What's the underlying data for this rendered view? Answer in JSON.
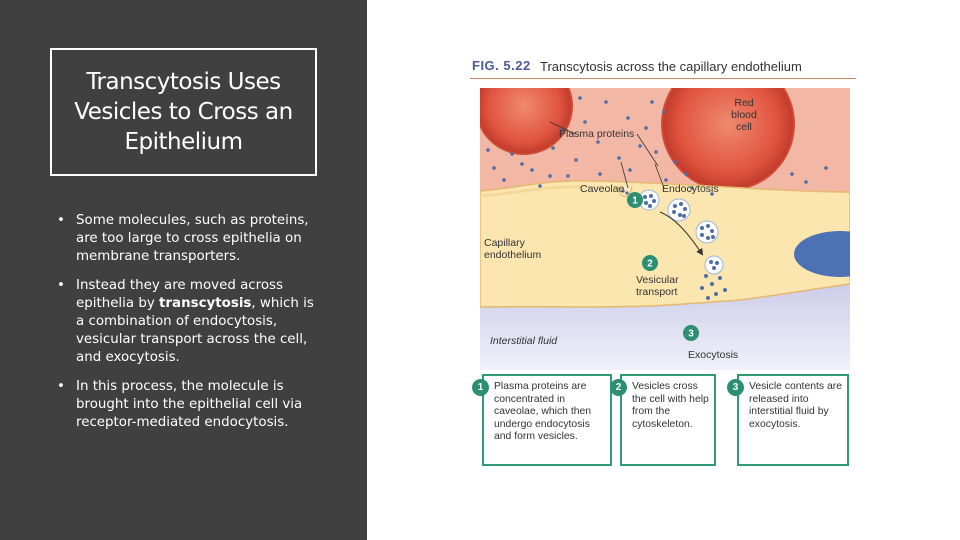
{
  "slide": {
    "title": "Transcytosis Uses Vesicles to Cross an Epithelium",
    "bullet_symbol": "•",
    "bullets": [
      {
        "text": "Some molecules, such as proteins, are too large to cross epithelia on membrane transporters."
      },
      {
        "before": "Instead they are moved across epithelia by ",
        "bold": "transcytosis",
        "after": ", which is a combination of endocytosis, vesicular transport across the cell, and exocytosis."
      },
      {
        "text": "In this process, the molecule is brought into the epithelial cell via receptor-mediated endocytosis."
      }
    ]
  },
  "figure": {
    "number": "FIG. 5.22",
    "title": "Transcytosis across the capillary endothelium",
    "labels": {
      "red_blood_cell": [
        "Red",
        "blood",
        "cell"
      ],
      "plasma_proteins": "Plasma proteins",
      "caveolae": "Caveolae",
      "endocytosis": "Endocytosis",
      "capillary_endothelium": [
        "Capillary",
        "endothelium"
      ],
      "vesicular_transport": [
        "Vesicular",
        "transport"
      ],
      "interstitial_fluid": "Interstitial fluid",
      "exocytosis": "Exocytosis"
    },
    "step_numbers": [
      "1",
      "2",
      "3"
    ],
    "steps": [
      {
        "number": "1",
        "text": "Plasma proteins are concentrated in caveolae, which then undergo endocytosis and form vesicles."
      },
      {
        "number": "2",
        "text": "Vesicles cross the cell with help from the cytoskeleton."
      },
      {
        "number": "3",
        "text": "Vesicle contents are released into interstitial fluid by exocytosis."
      }
    ],
    "colors": {
      "plasma": "#f3b7a5",
      "red_blood_cell": "#e0533f",
      "endothelium": "#fbe6b0",
      "interstitial_fluid": "#c8c8e6",
      "nucleus": "#4d72b3",
      "protein_dot": "#4d6ea8",
      "step_border": "#2f9a73"
    }
  }
}
